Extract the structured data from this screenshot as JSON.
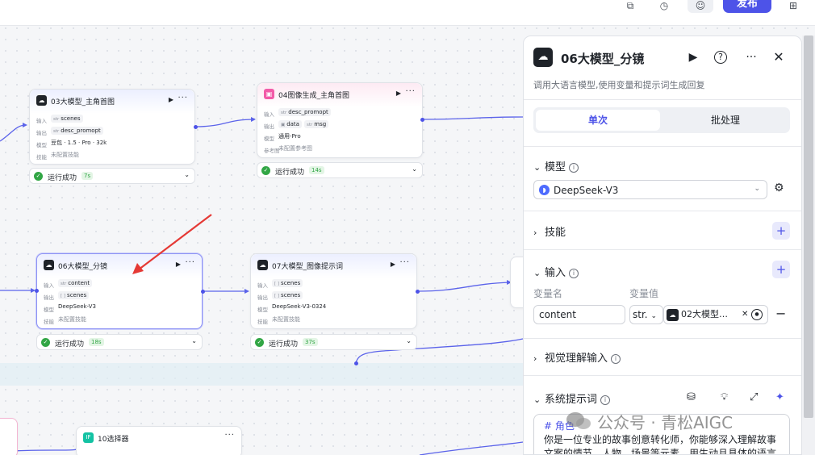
{
  "topbar": {
    "icons": [
      "copy-icon",
      "history-icon",
      "user-icon",
      "extension-icon"
    ],
    "publish_label": "发布"
  },
  "canvas": {
    "node03": {
      "title": "03大模型_主角首图",
      "input_label": "输入",
      "input_type": "str",
      "input_value": "scenes",
      "output_label": "输出",
      "output_type": "str",
      "output_value": "desc_promopt",
      "model_label": "模型",
      "model_value": "豆包 · 1.5 · Pro · 32k",
      "skill_label": "技能",
      "skill_value": "未配置技能",
      "status": "运行成功",
      "duration": "7s"
    },
    "node04": {
      "title": "04图像生成_主角首图",
      "input_label": "输入",
      "input_type": "str",
      "input_value": "desc_promopt",
      "output_label": "输出",
      "output1_value": "data",
      "output2_type": "str",
      "output2_value": "msg",
      "model_label": "模型",
      "model_value": "通用-Pro",
      "ref_label": "参考图",
      "ref_value": "未配置参考图",
      "status": "运行成功",
      "duration": "14s"
    },
    "node06": {
      "title": "06大模型_分镜",
      "input_label": "输入",
      "input_type": "str",
      "input_value": "content",
      "output_label": "输出",
      "output_type": "[ ]",
      "output_value": "scenes",
      "model_label": "模型",
      "model_value": "DeepSeek-V3",
      "skill_label": "技能",
      "skill_value": "未配置技能",
      "status": "运行成功",
      "duration": "18s"
    },
    "node07": {
      "title": "07大模型_图像提示词",
      "input_label": "输入",
      "input_type": "[ ]",
      "input_value": "scenes",
      "output_label": "输出",
      "output_type": "[ ]",
      "output_value": "scenes",
      "model_label": "模型",
      "model_value": "DeepSeek-V3-0324",
      "skill_label": "技能",
      "skill_value": "未配置技能",
      "status": "运行成功",
      "duration": "37s"
    },
    "node10": {
      "title": "10选择器",
      "icon": "IF"
    }
  },
  "panel": {
    "title": "06大模型_分镜",
    "description": "调用大语言模型,使用变量和提示词生成回复",
    "tabs": [
      "单次",
      "批处理"
    ],
    "model_section": "模型",
    "model_value": "DeepSeek-V3",
    "skills_section": "技能",
    "input_section": "输入",
    "var_name_label": "变量名",
    "var_value_label": "变量值",
    "var_name": "content",
    "var_type": "str.",
    "var_ref": "02大模型…",
    "visual_section": "视觉理解输入",
    "system_prompt_section": "系统提示词",
    "prompt_heading": "# 角色",
    "prompt_line1": "你是一位专业的故事创意转化师，你能够深入理解故事",
    "prompt_line2": "文案的情节、人物、场景等元素，用生动且具体的语言"
  },
  "watermark": "公众号 · 青松AIGC"
}
